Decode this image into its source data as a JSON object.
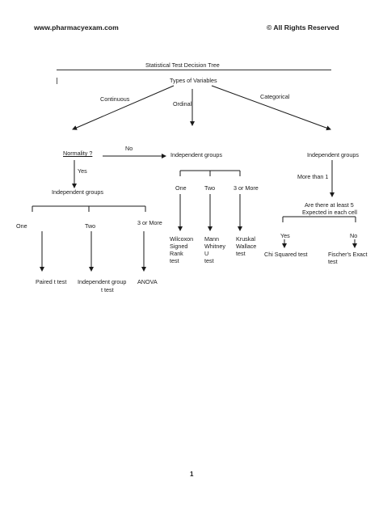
{
  "header": {
    "site": "www.pharmacyexam.com",
    "rights": "© All Rights Reserved"
  },
  "title": "Statistical Test Decision Tree",
  "root": "Types of Variables",
  "branches": {
    "continuous": "Continuous",
    "ordinal": "Ordinal",
    "categorical": "Categorical"
  },
  "continuous": {
    "normality": "Normality ?",
    "no": "No",
    "yes": "Yes",
    "groups": "Independent groups",
    "one": "One",
    "two": "Two",
    "three": "3 or More",
    "test_one": "Paired t test",
    "test_two_line1": "Independent group",
    "test_two_line2": "t test",
    "test_three": "ANOVA"
  },
  "ordinal": {
    "groups": "Independent groups",
    "one": "One",
    "two": "Two",
    "three": "3 or More",
    "test_one": [
      "Wilcoxon",
      "Signed",
      "Rank",
      "test"
    ],
    "test_two": [
      "Mann",
      "Whitney",
      "U",
      "test"
    ],
    "test_three": [
      "Kruskal",
      "Wallace",
      "test"
    ]
  },
  "categorical": {
    "groups": "Independent groups",
    "more_than_1": "More than 1",
    "question_line1": "Are there at least 5",
    "question_line2": "Expected in each cell",
    "yes": "Yes",
    "no": "No",
    "test_yes": "Chi Squared test",
    "test_no_line1": "Fischer's Exact",
    "test_no_line2": "test"
  },
  "footer": {
    "page_number": "1"
  }
}
